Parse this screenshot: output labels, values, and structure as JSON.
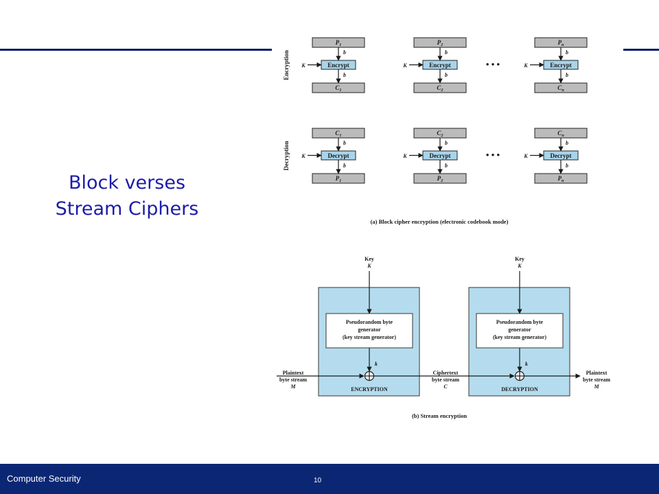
{
  "slide": {
    "title": "Block verses\nStream Ciphers",
    "footer_label": "Computer Security",
    "page_number": "10",
    "colors": {
      "rule": "#0b1a6b",
      "footer": "#0b2774",
      "title": "#1c1ca8",
      "block_gray": "#bbbbbb",
      "box_blue": "#a8d4ea",
      "panel_blue": "#b5dcee"
    }
  },
  "block_cipher": {
    "row_labels": {
      "encryption": "Encryption",
      "decryption": "Decryption"
    },
    "encrypt_label": "Encrypt",
    "decrypt_label": "Decrypt",
    "key_label": "K",
    "width_label": "b",
    "ellipsis": "• • •",
    "plaintext_blocks": [
      "P1",
      "P2",
      "Pn"
    ],
    "ciphertext_blocks": [
      "C1",
      "C2",
      "Cn"
    ],
    "caption": "(a) Block cipher encryption (electronic codebook mode)"
  },
  "stream_cipher": {
    "key_label_top": "Key",
    "key_label_sym": "K",
    "generator_lines": [
      "Pseudorandom byte",
      "generator",
      "(key stream generator)"
    ],
    "keystream_label": "k",
    "plaintext_in": [
      "Plaintext",
      "byte stream",
      "M"
    ],
    "ciphertext_mid": [
      "Ciphertext",
      "byte stream",
      "C"
    ],
    "plaintext_out": [
      "Plaintext",
      "byte stream",
      "M"
    ],
    "encryption_label": "ENCRYPTION",
    "decryption_label": "DECRYPTION",
    "caption": "(b) Stream encryption"
  }
}
